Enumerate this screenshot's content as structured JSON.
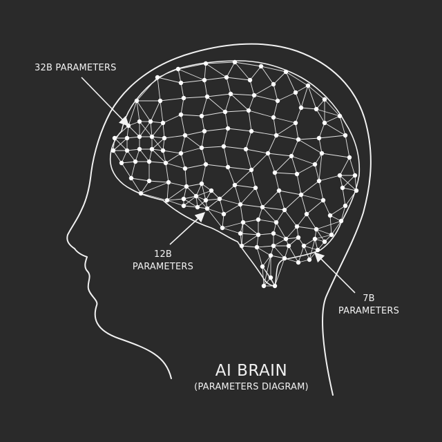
{
  "diagram": {
    "title": "AI BRAIN",
    "subtitle": "(PARAMETERS DIAGRAM)",
    "labels": {
      "params_32b": "32B PARAMETERS",
      "params_12b_line1": "12B",
      "params_12b_line2": "PARAMETERS",
      "params_7b_line1": "7B",
      "params_7b_line2": "PARAMETERS"
    },
    "colors": {
      "background": "#2a2a2a",
      "line": "#f2f2f2",
      "node": "#ffffff"
    },
    "icons": [
      "head-silhouette-icon",
      "neural-network-brain-icon",
      "arrow-icon"
    ]
  }
}
